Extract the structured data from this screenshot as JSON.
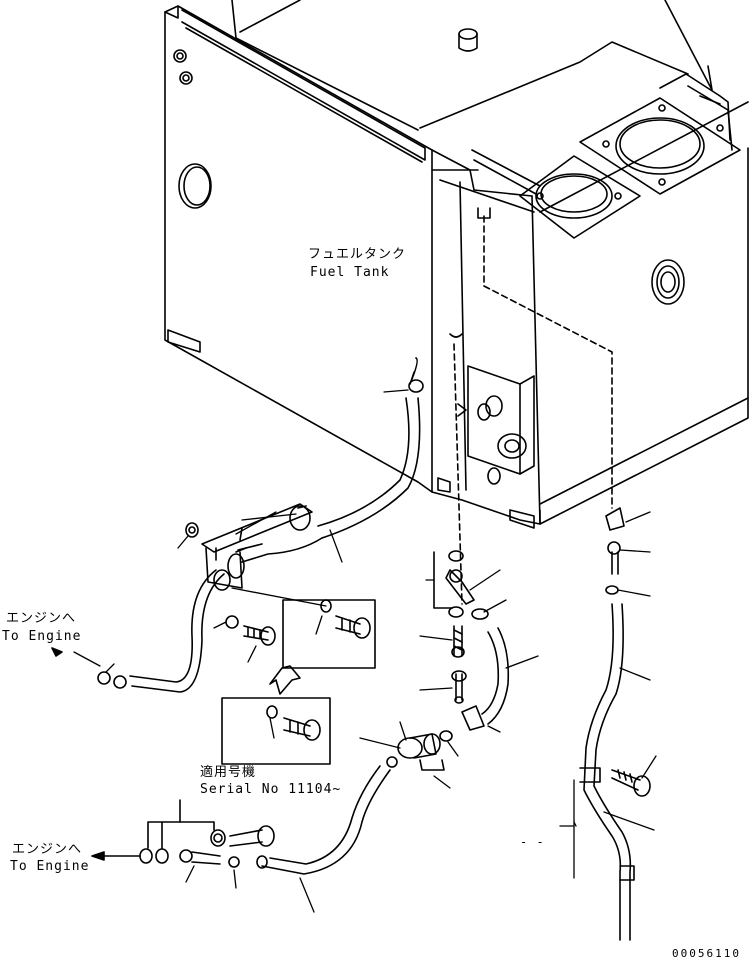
{
  "labels": {
    "tank_ja": "フュエルタンク",
    "tank_en": "Fuel Tank",
    "to_engine_upper_ja": "エンジンへ",
    "to_engine_upper_en": "To Engine",
    "to_engine_lower_ja": "エンジンへ",
    "to_engine_lower_en": "To Engine",
    "serial_ja": "適用号機",
    "serial_en": "Serial No 11104~",
    "small_dash": "- -",
    "drawing_number": "00056110"
  }
}
